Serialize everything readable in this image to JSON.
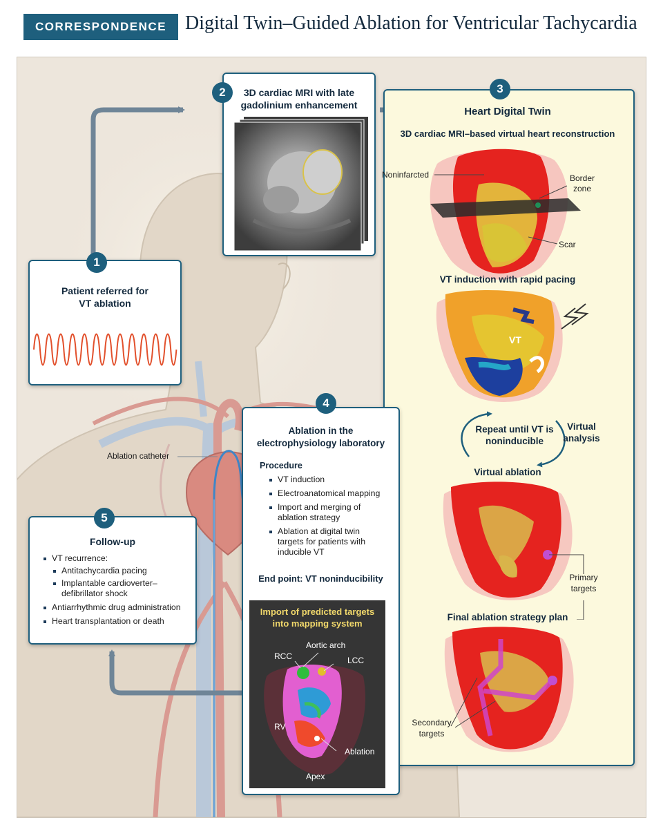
{
  "header": {
    "badge": "CORRESPONDENCE",
    "title": "Digital Twin–Guided Ablation for Ventricular Tachycardia"
  },
  "colors": {
    "accent": "#1e5f7d",
    "panel_border": "#1e5f7d",
    "background": "#ede6dc",
    "highlight_panel": "#fcf9dd"
  },
  "step1": {
    "number": "1",
    "title_line1": "Patient referred for",
    "title_line2": "VT ablation"
  },
  "step2": {
    "number": "2",
    "title_line1": "3D cardiac MRI with late",
    "title_line2": "gadolinium enhancement"
  },
  "step3": {
    "number": "3",
    "title": "Heart Digital Twin",
    "subtitle": "3D cardiac MRI–based virtual heart reconstruction",
    "label_noninfarcted": "Noninfarcted",
    "label_border_zone_1": "Border",
    "label_border_zone_2": "zone",
    "label_scar": "Scar",
    "induction_title": "VT induction with rapid pacing",
    "vt_label": "VT",
    "repeat_line1": "Repeat until VT is",
    "repeat_line2": "noninducible",
    "virtual_analysis_line1": "Virtual",
    "virtual_analysis_line2": "analysis",
    "virtual_ablation_title": "Virtual ablation",
    "primary_targets_line1": "Primary",
    "primary_targets_line2": "targets",
    "final_plan_title": "Final ablation strategy plan",
    "secondary_targets_line1": "Secondary",
    "secondary_targets_line2": "targets"
  },
  "step4": {
    "number": "4",
    "title_line1": "Ablation in the",
    "title_line2": "electrophysiology laboratory",
    "procedure_heading": "Procedure",
    "procedure_items": [
      "VT induction",
      "Electroanatomical mapping",
      "Import and merging of ablation strategy",
      "Ablation at digital twin targets for patients with inducible VT"
    ],
    "end_point": "End point: VT noninducibility",
    "import_title_line1": "Import of predicted targets",
    "import_title_line2": "into mapping system",
    "label_aortic_arch": "Aortic arch",
    "label_rcc": "RCC",
    "label_lcc": "LCC",
    "label_rv": "RV",
    "label_ablation": "Ablation",
    "label_apex": "Apex"
  },
  "step5": {
    "number": "5",
    "title": "Follow-up",
    "items": [
      {
        "text": "VT recurrence:",
        "sub": [
          "Antitachycardia pacing",
          "Implantable cardioverter–defibrillator shock"
        ]
      },
      {
        "text": "Antiarrhythmic drug administration",
        "sub": []
      },
      {
        "text": "Heart transplantation or death",
        "sub": []
      }
    ]
  },
  "ablation_catheter_label": "Ablation catheter"
}
